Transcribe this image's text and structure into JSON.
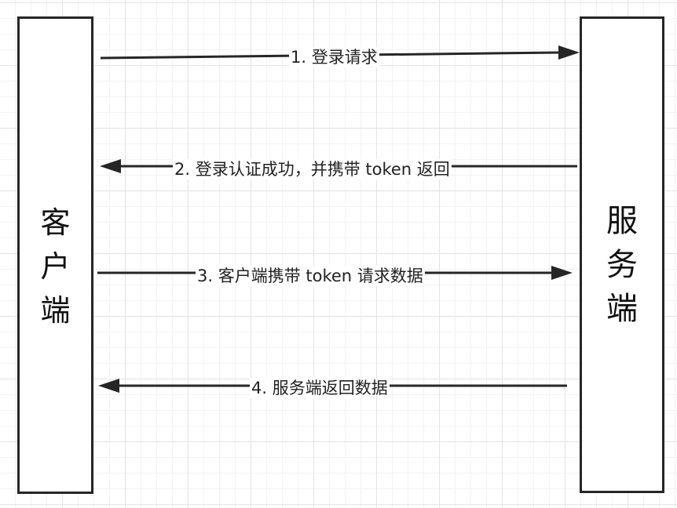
{
  "participants": {
    "client": "客\n户\n端",
    "server": "服\n务\n端"
  },
  "messages": [
    {
      "label": "1. 登录请求",
      "direction": "client-to-server"
    },
    {
      "label": "2. 登录认证成功，并携带 token 返回",
      "direction": "server-to-client"
    },
    {
      "label": "3. 客户端携带 token 请求数据",
      "direction": "client-to-server"
    },
    {
      "label": "4. 服务端返回数据",
      "direction": "server-to-client"
    }
  ],
  "colors": {
    "line": "#262626",
    "grid": "#e4e4e4",
    "background": "#ffffff"
  }
}
